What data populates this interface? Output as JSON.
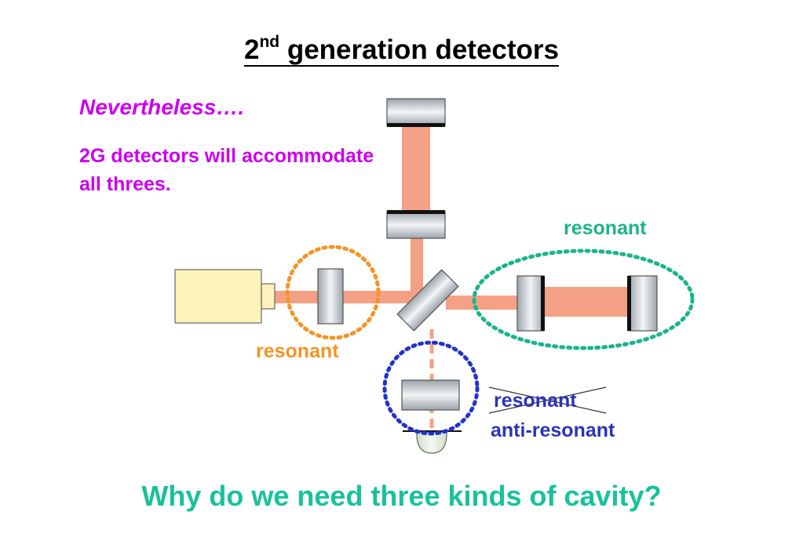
{
  "slide": {
    "title_main": "2",
    "title_sup": "nd",
    "title_rest": " generation detectors",
    "nevertheless": "Nevertheless….",
    "statement": "2G detectors will accommodate all threes.",
    "question": "Why do we need three kinds of cavity?"
  },
  "labels": {
    "arm_cavity": "resonant",
    "recycling_cavity": "resonant",
    "signal_cavity_struck": "resonant",
    "signal_cavity": "anti-resonant"
  },
  "colors": {
    "accent_magenta": "#cc00ee",
    "teal": "#1ab58a",
    "orange": "#f39526",
    "blue": "#2b33b8",
    "beam": "#f4a084",
    "laser_box": "#fbf3b9"
  }
}
